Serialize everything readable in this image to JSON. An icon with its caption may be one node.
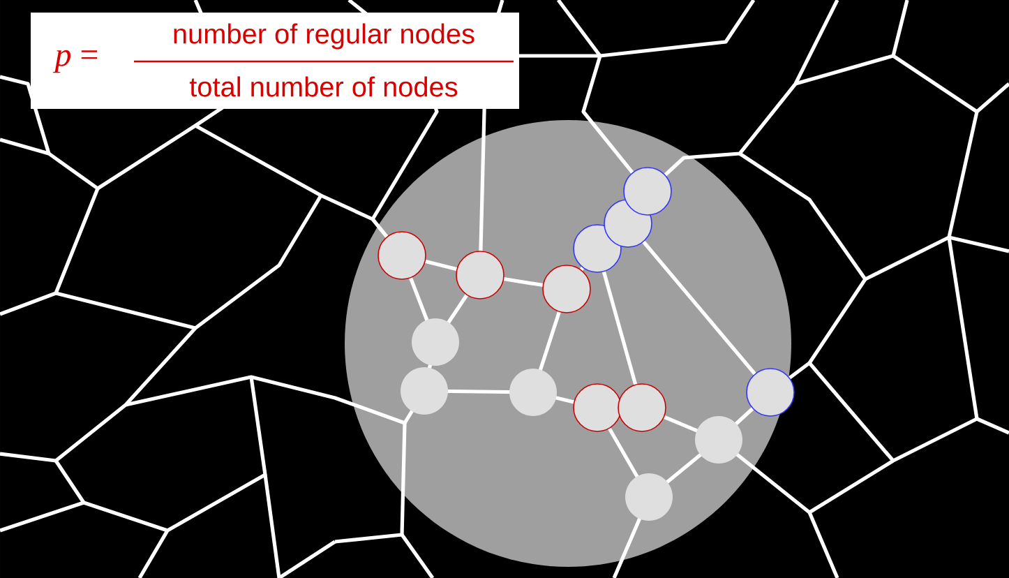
{
  "diagram": {
    "labels": [
      "*p* =",
      "number of regular nodes",
      "total number of nodes"
    ]
  }
}
